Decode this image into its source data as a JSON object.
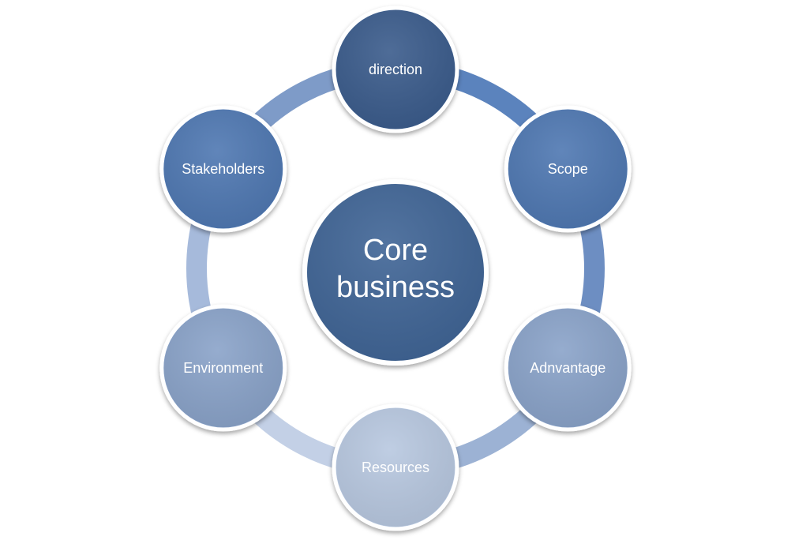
{
  "center": {
    "line1": "Core",
    "line2": "business",
    "fill": "#3f6596"
  },
  "nodes": [
    {
      "label": "direction",
      "fill": "#3b5c8c"
    },
    {
      "label": "Scope",
      "fill": "#4f78b2"
    },
    {
      "label": "Adnvantage",
      "fill": "#8aa3c9"
    },
    {
      "label": "Resources",
      "fill": "#b8c8e0"
    },
    {
      "label": "Environment",
      "fill": "#8aa3c9"
    },
    {
      "label": "Stakeholders",
      "fill": "#4f78b2"
    }
  ],
  "ring": {
    "segment_colors": [
      "#5b83bd",
      "#6d8ec2",
      "#9cb2d4",
      "#c3d0e6",
      "#a6badb",
      "#7e9bc8"
    ],
    "outline": "#ffffff"
  }
}
